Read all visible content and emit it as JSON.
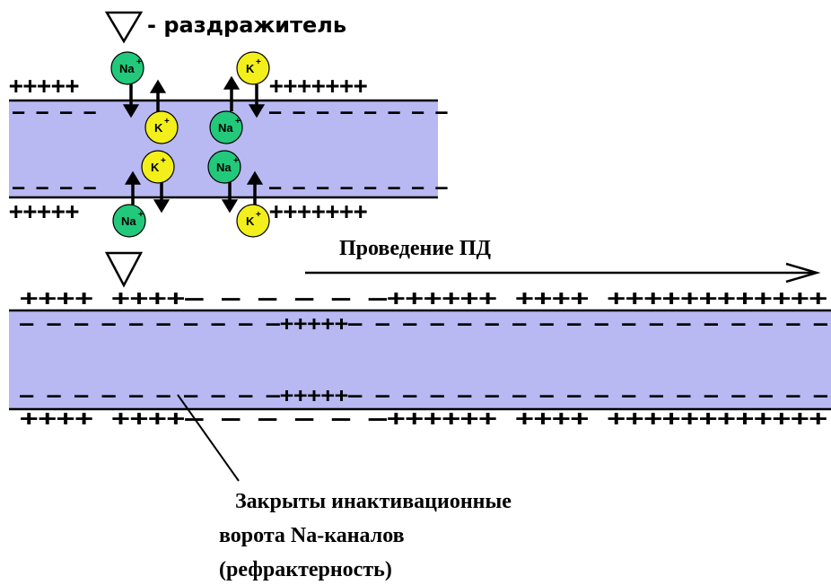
{
  "stimulus": {
    "legend": "- раздражитель"
  },
  "ions": {
    "na": "Na",
    "k": "K",
    "charge": "+"
  },
  "top_fiber": {
    "outer_top_left": "+++++",
    "outer_top_right": "+++++++",
    "inner_top_left": "– – – –",
    "inner_top_right": "– – – – – – – –",
    "inner_bottom_left": "– – – –",
    "inner_bottom_right": "– – – – – – – –",
    "outer_bottom_left": "+++++",
    "outer_bottom_right": "+++++++"
  },
  "conduction": {
    "label": "Проведение ПД"
  },
  "bottom_fiber": {
    "outer_top": "++++ ++++– – – – – –++++++ ++++ ++++++++++++",
    "inner_top": "– – – – – – – – – –+++++– – – – – – – – – – – – – – – – – –",
    "inner_bottom": "– – – – – – – – – –+++++– – – – – – – – – – – – – – – – – –",
    "outer_bottom": "++++ ++++– – – – – –++++++ ++++ ++++++++++++"
  },
  "annotation": {
    "line1": "Закрыты инактивационные",
    "line2": "ворота Na-каналов",
    "line3": "(рефрактерность)"
  },
  "colors": {
    "axoplasm": "#b8b8f2",
    "na_ion": "#22c97a",
    "k_ion": "#f2ef1a",
    "membrane": "#000000"
  }
}
